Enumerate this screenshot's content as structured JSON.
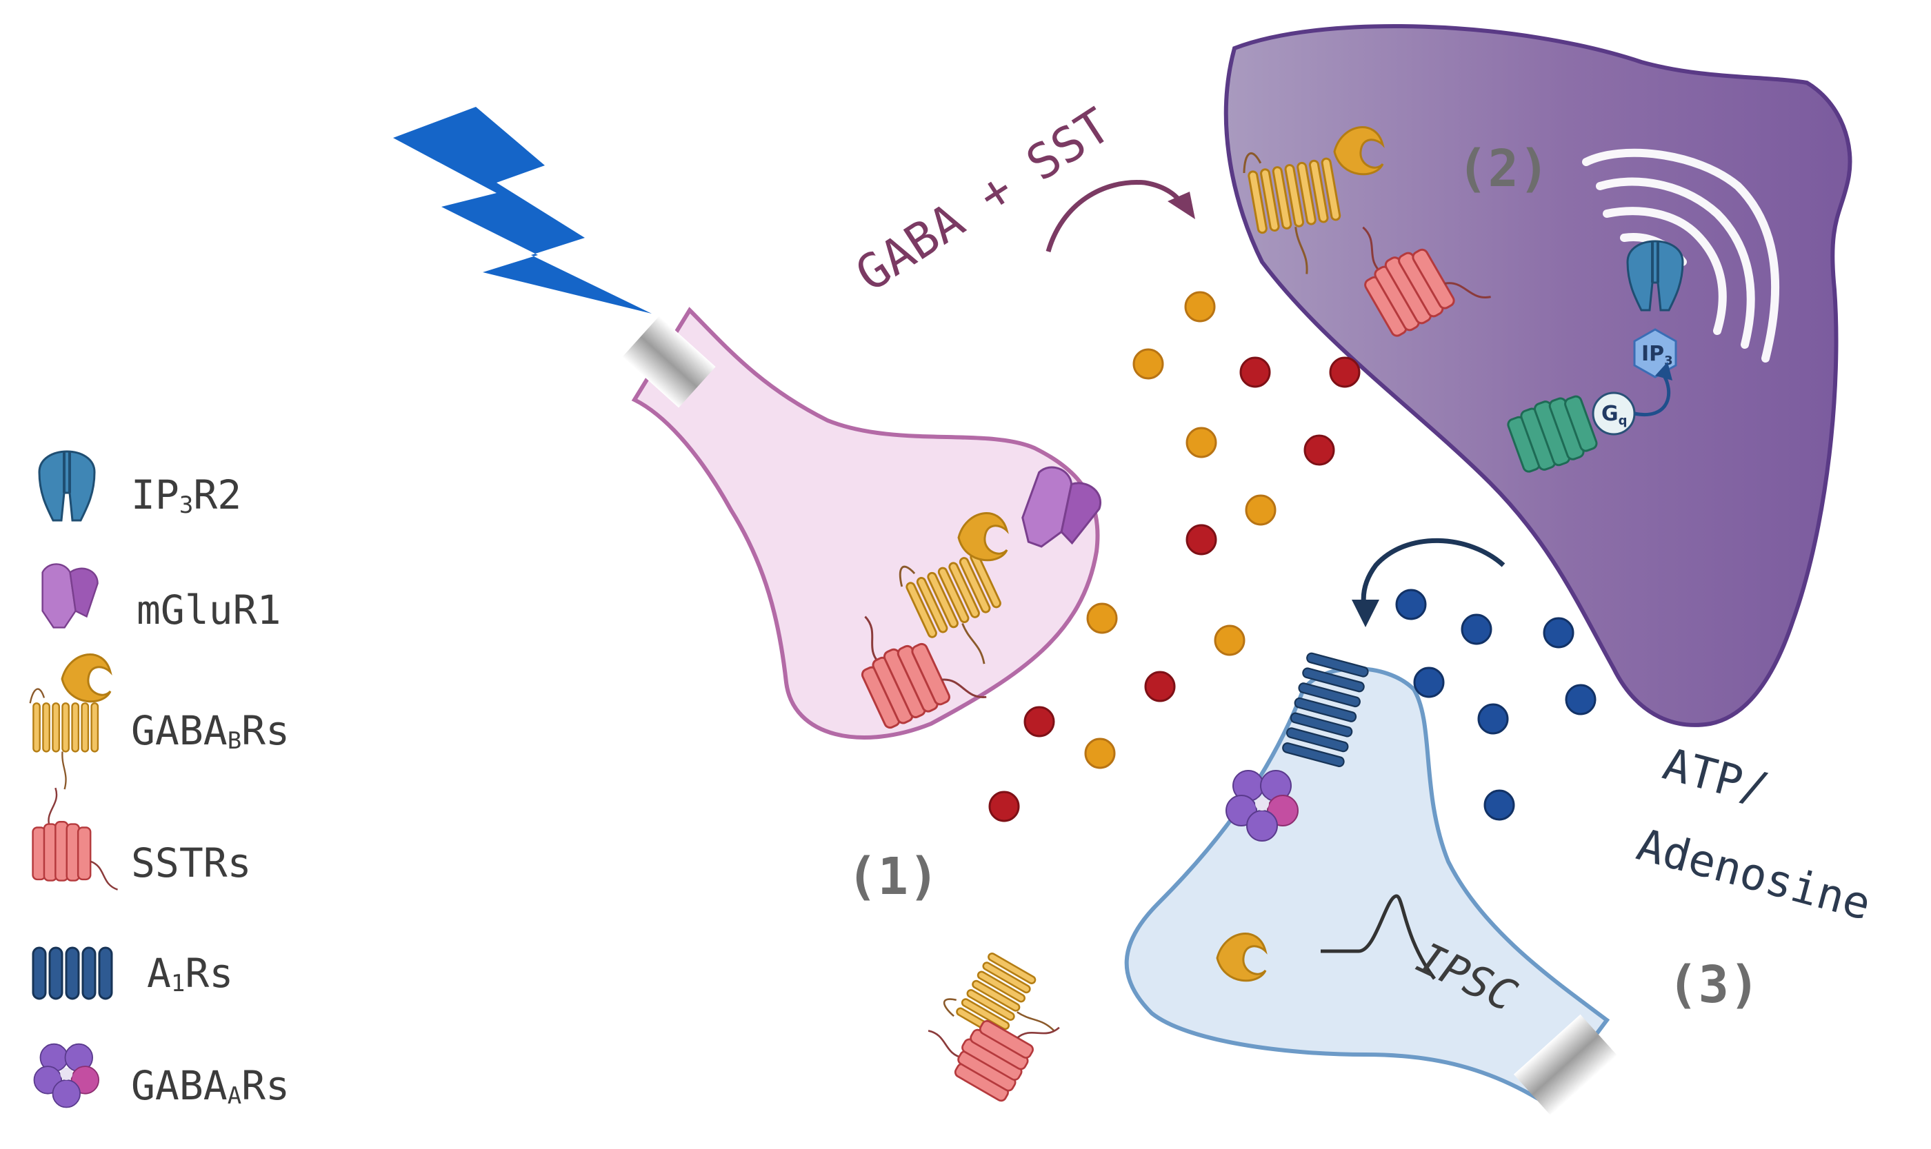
{
  "labels": {
    "gaba_sst": "GABA + SST",
    "atp": "ATP/",
    "adenosine": "Adenosine",
    "ipsc": "IPSC",
    "num1": "(1)",
    "num2": "(2)",
    "num3": "(3)",
    "ip3_main": "IP",
    "ip3_sub": "3",
    "gq_main": "G",
    "gq_sub": "q"
  },
  "legend": [
    {
      "pre": "IP",
      "sub": "3",
      "post": "R2",
      "icon": "ip3r2-icon"
    },
    {
      "pre": "mGluR1",
      "sub": "",
      "post": "",
      "icon": "mglur1-icon"
    },
    {
      "pre": "GABA",
      "sub": "B",
      "post": "Rs",
      "icon": "gabab-receptor-icon"
    },
    {
      "pre": "SSTRs",
      "sub": "",
      "post": "",
      "icon": "sstr-icon"
    },
    {
      "pre": "A",
      "sub": "1",
      "post": "Rs",
      "icon": "a1-receptor-icon"
    },
    {
      "pre": "GABA",
      "sub": "A",
      "post": "Rs",
      "icon": "gabaa-receptor-icon"
    }
  ],
  "colors": {
    "lightning": "#1565c8",
    "presynaptic": "#f4dff0",
    "astrocyte": "#8a6aa5",
    "postsynaptic": "#dce8f5",
    "gaba_dot": "#e39a1c",
    "sst_dot": "#b21d24",
    "atp_dot": "#1f4f9c",
    "gabab": "#e2a92d",
    "sstr": "#e26d70",
    "a1r": "#203f6b",
    "mglur1": "#a361b8",
    "ip3r2": "#3a80ad",
    "gq_receptor": "#2d8d73"
  }
}
